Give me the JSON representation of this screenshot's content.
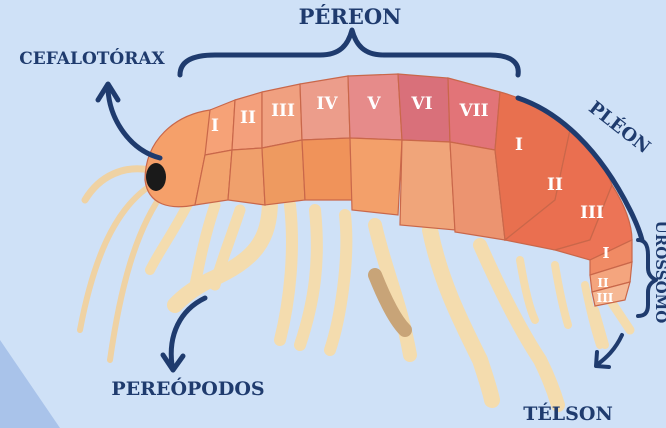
{
  "labels": {
    "pereon": "PÉREON",
    "cefalotorax": "CEFALOTÓRAX",
    "pleon": "PLÉON",
    "urossomo": "UROSSOMO",
    "pereopodos": "PEREÓPODOS",
    "telson": "TÉLSON"
  },
  "pereon_segments": [
    "I",
    "II",
    "III",
    "IV",
    "V",
    "VI",
    "VII"
  ],
  "pleon_segments": [
    "I",
    "II",
    "III"
  ],
  "urosome_segments": [
    "I",
    "II",
    "III"
  ],
  "colors": {
    "background": "#cfe1f7",
    "label": "#1f3b6e",
    "head": "#f5a06a",
    "pereon_light": "#f0a58a",
    "pereon_dark": "#d9707a",
    "pleon": "#e8704f",
    "legs": "#f4dcae"
  }
}
